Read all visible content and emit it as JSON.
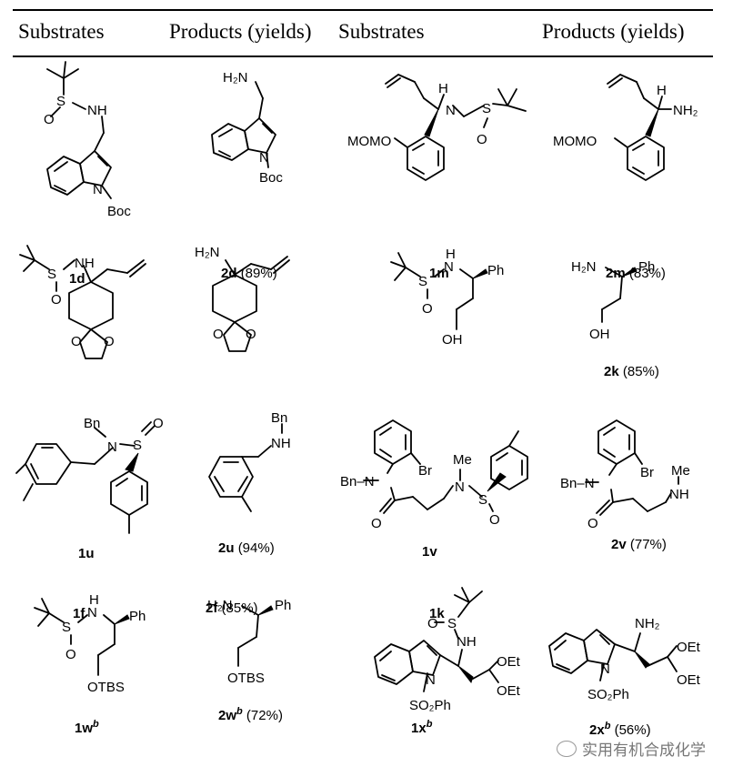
{
  "headers": {
    "substrates_1": "Substrates",
    "products_1": "Products (yields)",
    "substrates_2": "Substrates",
    "products_2": "Products (yields)"
  },
  "atoms": {
    "nh": "NH",
    "n": "N",
    "s": "S",
    "o": "O",
    "h2n": "H₂N",
    "nh2": "NH₂",
    "boc": "Boc",
    "momo": "MOMO",
    "h": "H",
    "ph": "Ph",
    "oh": "OH",
    "bn": "Bn",
    "bn_n": "Bn–N",
    "br": "Br",
    "me": "Me",
    "otbs": "OTBS",
    "oet": "OEt",
    "so2ph": "SO₂Ph"
  },
  "labels": {
    "l1d": "1d",
    "l2d": "2d",
    "y2d": "(89%)",
    "l1m": "1m",
    "l2m": "2m",
    "y2m": "(83%)",
    "l1f": "1f",
    "l2f": "2f",
    "y2f": "(85%)",
    "l1k": "1k",
    "l2k": "2k",
    "y2k": "(85%)",
    "l1u": "1u",
    "l2u": "2u",
    "y2u": "(94%)",
    "l1v": "1v",
    "l2v": "2v",
    "y2v": "(77%)",
    "l1w": "1w",
    "l2w": "2w",
    "y2w": "(72%)",
    "l1x": "1x",
    "l2x": "2x",
    "y2x": "(56%)",
    "sup_b": "b"
  },
  "watermark": "实用有机合成化学"
}
